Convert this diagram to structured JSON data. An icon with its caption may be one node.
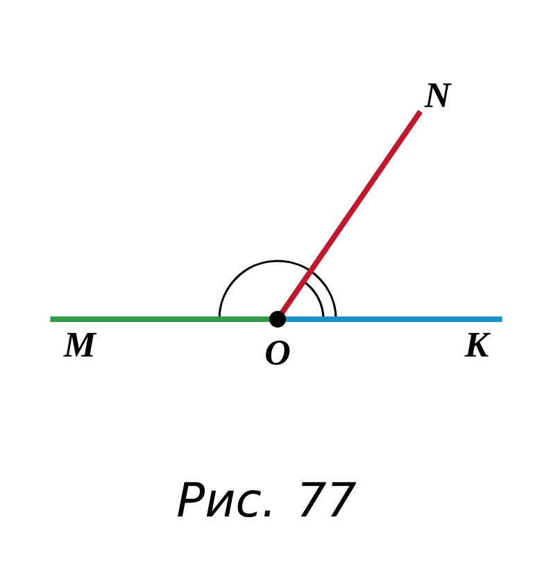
{
  "diagram": {
    "caption": "Рис. 77",
    "nodes": [
      {
        "text": [
          "N"
        ]
      },
      {
        "text": [
          "M"
        ]
      },
      {
        "text": [
          "O"
        ]
      },
      {
        "text": [
          "K"
        ]
      }
    ],
    "edges": [
      {
        "from": 2,
        "to": 1,
        "arrow": "none",
        "color": "#2e9c48"
      },
      {
        "from": 2,
        "to": 3,
        "arrow": "none",
        "color": "#1e90c8"
      },
      {
        "from": 2,
        "to": 0,
        "arrow": "none",
        "color": "#c0182e"
      }
    ]
  }
}
